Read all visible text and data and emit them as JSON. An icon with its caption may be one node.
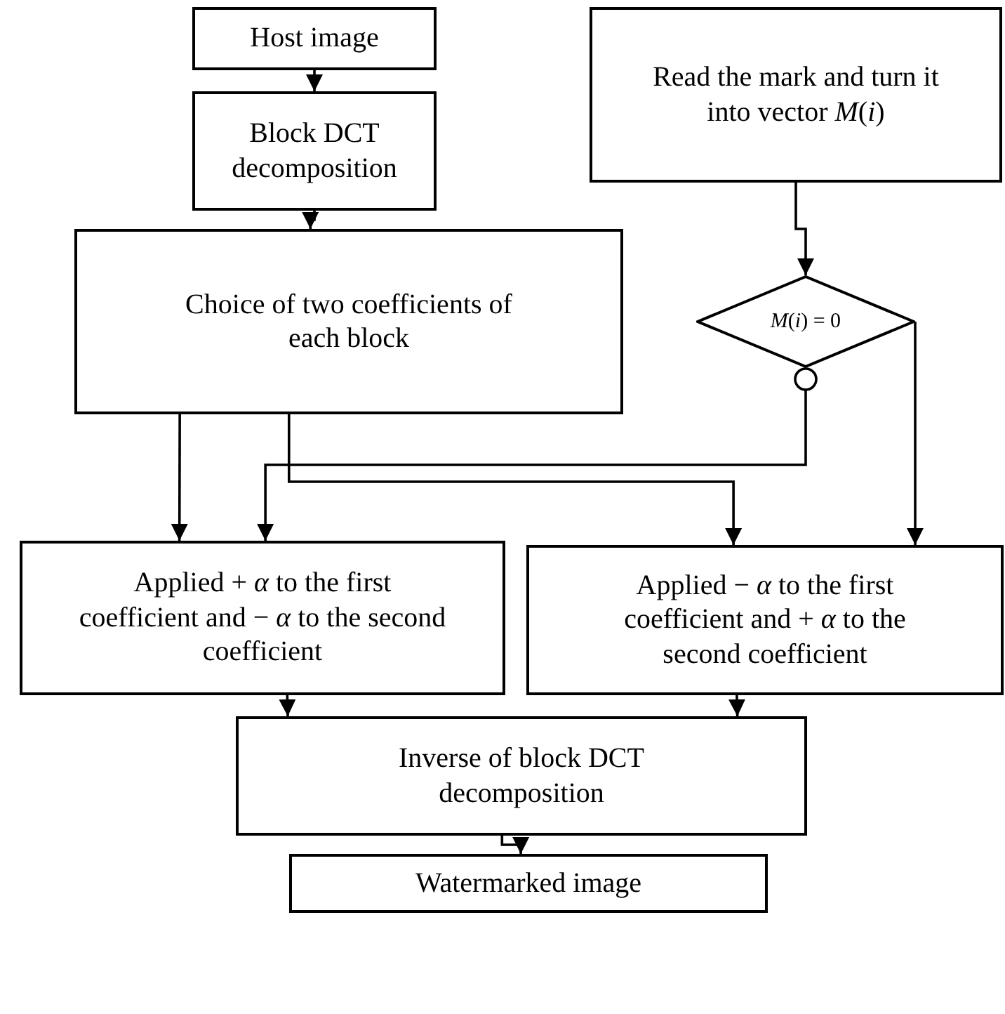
{
  "diagram": {
    "nodes": [
      {
        "text": [
          "Host image"
        ]
      },
      {
        "text": [
          "Block DCT decomposition"
        ]
      },
      {
        "text": [
          "Choice of two coefficients of each block"
        ]
      },
      {
        "text": [
          "Read the mark and turn it into vector *M*(*i*)"
        ]
      },
      {
        "text": [
          "*M*(*i*) = 0"
        ]
      },
      {
        "text": [
          "Applied + *α* to the first coefficient and − *α* to the second coefficient"
        ]
      },
      {
        "text": [
          "Applied − *α* to the first coefficient and + *α* to the second coefficient"
        ]
      },
      {
        "text": [
          "Inverse of block DCT decomposition"
        ]
      },
      {
        "text": [
          "Watermarked image"
        ]
      }
    ],
    "edges": [
      {
        "from": 0,
        "to": 1,
        "arrow": "to"
      },
      {
        "from": 1,
        "to": 2,
        "arrow": "to"
      },
      {
        "from": 3,
        "to": 4,
        "arrow": "to"
      },
      {
        "from": 2,
        "to": 5,
        "arrow": "to"
      },
      {
        "from": 2,
        "to": 6,
        "arrow": "to"
      },
      {
        "from": 4,
        "to": 5,
        "arrow": "to"
      },
      {
        "from": 4,
        "to": 6,
        "arrow": "to"
      },
      {
        "from": 5,
        "to": 7,
        "arrow": "to"
      },
      {
        "from": 6,
        "to": 7,
        "arrow": "to"
      },
      {
        "from": 7,
        "to": 8,
        "arrow": "to"
      }
    ]
  }
}
